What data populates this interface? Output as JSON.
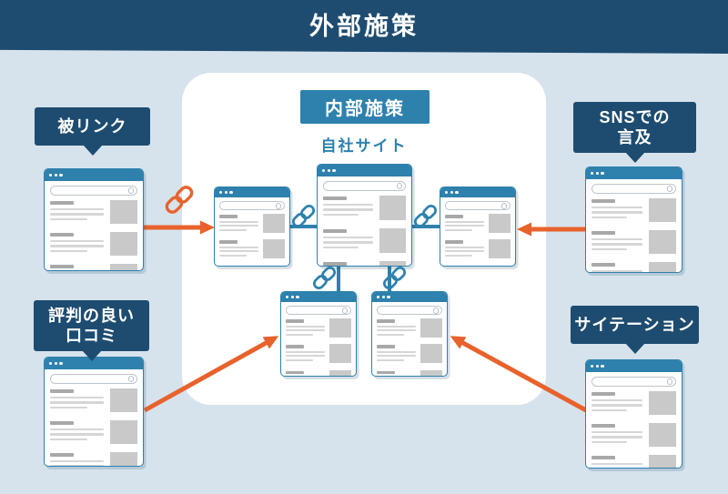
{
  "colors": {
    "navy": "#1e4c70",
    "blue": "#2e81ad",
    "orange": "#e8622c",
    "background": "#d6e3ed",
    "panel_bg": "#ffffff"
  },
  "header": {
    "title": "外部施策"
  },
  "inner": {
    "badge": "内部施策",
    "site_label": "自社サイト"
  },
  "callouts": {
    "backlinks": {
      "label": "被リンク"
    },
    "sns": {
      "label": "SNSでの\n言及"
    },
    "reviews": {
      "label": "評判の良い\n口コミ"
    },
    "citation": {
      "label": "サイテーション"
    }
  },
  "icons": {
    "chain": "chain-link-icon",
    "window_dots": "window-dot-icon",
    "search": "search-bar-magnifier-icon",
    "arrow": "orange-arrow"
  }
}
